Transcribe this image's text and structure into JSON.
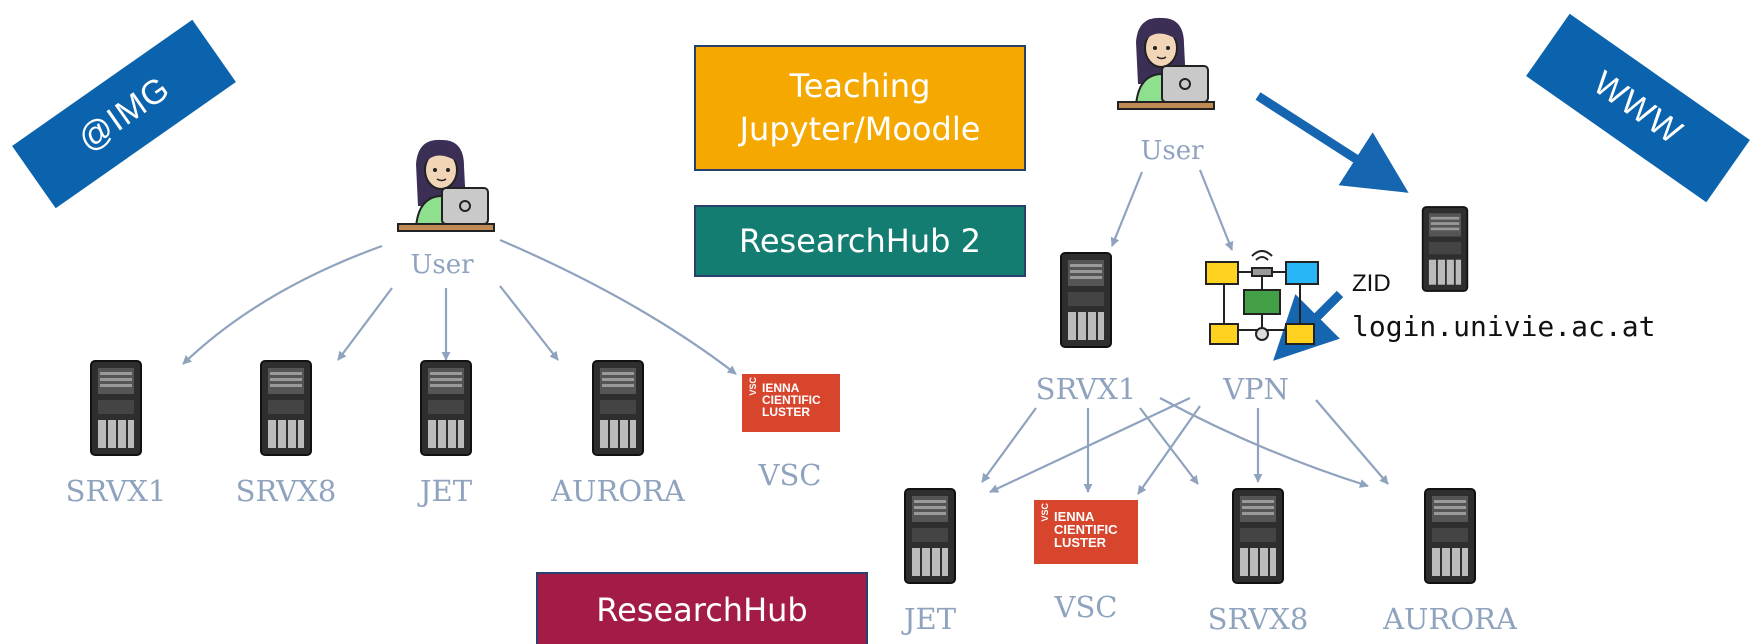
{
  "tags": {
    "img": "@IMG",
    "www": "WWW"
  },
  "boxes": {
    "teaching_line1": "Teaching",
    "teaching_line2": "Jupyter/Moodle",
    "researchhub2": "ResearchHub 2",
    "researchhub": "ResearchHub"
  },
  "left": {
    "user": "User",
    "srvx1": "SRVX1",
    "srvx8": "SRVX8",
    "jet": "JET",
    "aurora": "AURORA",
    "vsc": "VSC"
  },
  "right": {
    "user": "User",
    "srvx1": "SRVX1",
    "vpn": "VPN",
    "jet": "JET",
    "vsc": "VSC",
    "srvx8": "SRVX8",
    "aurora": "AURORA"
  },
  "zid": "ZID",
  "login_host": "login.univie.ac.at",
  "vsc_logo": {
    "vertical": "VSC",
    "line1": "IENNA",
    "line2": "CIENTIFIC",
    "line3": "LUSTER"
  },
  "colors": {
    "tag_blue": "#0a63ac",
    "teaching_orange": "#f5a800",
    "researchhub2_teal": "#147d72",
    "researchhub_crimson": "#a31c45",
    "edge_gray": "#8fa3be",
    "arrow_blue": "#1565b0"
  }
}
